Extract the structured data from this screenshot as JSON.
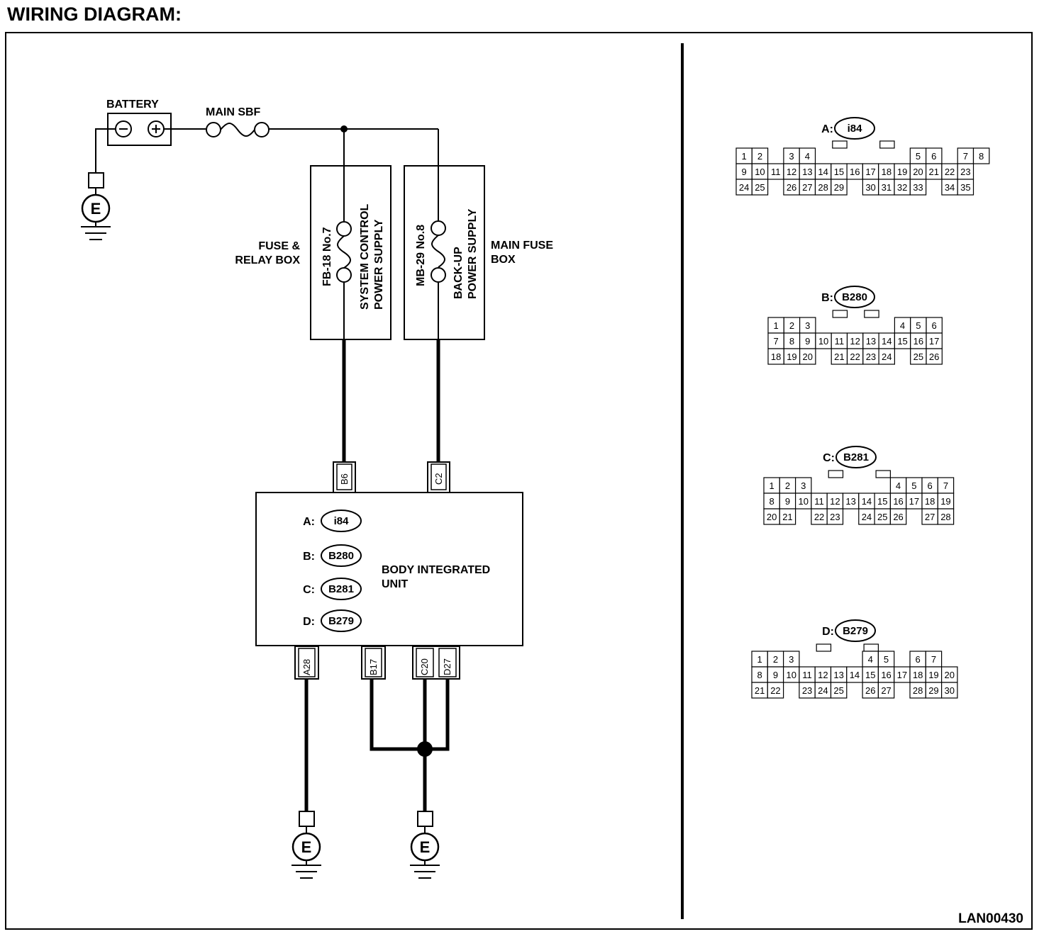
{
  "title": "WIRING DIAGRAM:",
  "figure_code": "LAN00430",
  "battery": {
    "label": "BATTERY",
    "neg": "⊖",
    "pos": "⊕"
  },
  "main_sbf": "MAIN SBF",
  "ground": "E",
  "fuse_relay_box": {
    "line1": "FUSE &",
    "line2": "RELAY BOX",
    "fuse": "FB-18 No.7",
    "func1": "SYSTEM CONTROL",
    "func2": "POWER SUPPLY"
  },
  "main_fuse_box": {
    "line1": "MAIN FUSE",
    "line2": "BOX",
    "fuse": "MB-29 No.8",
    "func1": "BACK-UP",
    "func2": "POWER SUPPLY"
  },
  "bcm": {
    "name1": "BODY INTEGRATED",
    "name2": "UNIT",
    "connectors": [
      {
        "letter": "A:",
        "id": "i84"
      },
      {
        "letter": "B:",
        "id": "B280"
      },
      {
        "letter": "C:",
        "id": "B281"
      },
      {
        "letter": "D:",
        "id": "B279"
      }
    ],
    "top_terminals": [
      "B6",
      "C2"
    ],
    "bottom_terminals": [
      "A28",
      "B17",
      "C20",
      "D27"
    ]
  },
  "connectors": [
    {
      "letter": "A:",
      "id": "i84",
      "rows": [
        [
          "1",
          "2",
          "",
          "3",
          "4",
          "",
          "",
          "",
          "",
          "",
          "",
          "5",
          "6",
          "",
          "7",
          "8"
        ],
        [
          "9",
          "10",
          "11",
          "12",
          "13",
          "14",
          "15",
          "16",
          "17",
          "18",
          "19",
          "20",
          "21",
          "22",
          "23"
        ],
        [
          "24",
          "25",
          "",
          "26",
          "27",
          "28",
          "29",
          "",
          "30",
          "31",
          "32",
          "33",
          "",
          "34",
          "35"
        ]
      ]
    },
    {
      "letter": "B:",
      "id": "B280",
      "rows": [
        [
          "1",
          "2",
          "3",
          "",
          "",
          "",
          "",
          "",
          "4",
          "5",
          "6"
        ],
        [
          "7",
          "8",
          "9",
          "10",
          "11",
          "12",
          "13",
          "14",
          "15",
          "16",
          "17"
        ],
        [
          "18",
          "19",
          "20",
          "",
          "21",
          "22",
          "23",
          "24",
          "",
          "25",
          "26"
        ]
      ]
    },
    {
      "letter": "C:",
      "id": "B281",
      "rows": [
        [
          "1",
          "2",
          "3",
          "",
          "",
          "",
          "",
          "",
          "4",
          "5",
          "6",
          "7"
        ],
        [
          "8",
          "9",
          "10",
          "11",
          "12",
          "13",
          "14",
          "15",
          "16",
          "17",
          "18",
          "19"
        ],
        [
          "20",
          "21",
          "",
          "22",
          "23",
          "",
          "24",
          "25",
          "26",
          "",
          "27",
          "28"
        ]
      ]
    },
    {
      "letter": "D:",
      "id": "B279",
      "rows": [
        [
          "1",
          "2",
          "3",
          "",
          "",
          "",
          "",
          "4",
          "5",
          "",
          "6",
          "7"
        ],
        [
          "8",
          "9",
          "10",
          "11",
          "12",
          "13",
          "14",
          "15",
          "16",
          "17",
          "18",
          "19",
          "20"
        ],
        [
          "21",
          "22",
          "",
          "23",
          "24",
          "25",
          "",
          "26",
          "27",
          "",
          "28",
          "29",
          "30"
        ]
      ]
    }
  ]
}
